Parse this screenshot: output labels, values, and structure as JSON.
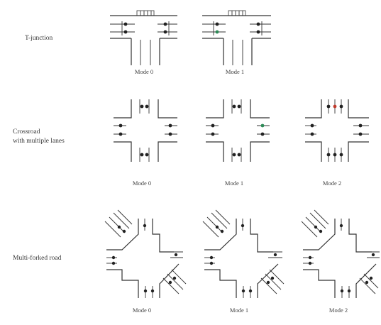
{
  "rows": [
    {
      "label": "T-junction",
      "modes": [
        "Mode 0",
        "Mode 1"
      ]
    },
    {
      "label_lines": [
        "Crossroad",
        "with multiple lanes"
      ],
      "modes": [
        "Mode 0",
        "Mode 1",
        "Mode 2"
      ]
    },
    {
      "label": "Multi-forked road",
      "modes": [
        "Mode 0",
        "Mode 1",
        "Mode 2"
      ]
    }
  ],
  "colors": {
    "line": "#333333",
    "accent_green": "#2e8b57",
    "accent_red": "#c0392b",
    "accent_blue": "#2a6fb0"
  }
}
